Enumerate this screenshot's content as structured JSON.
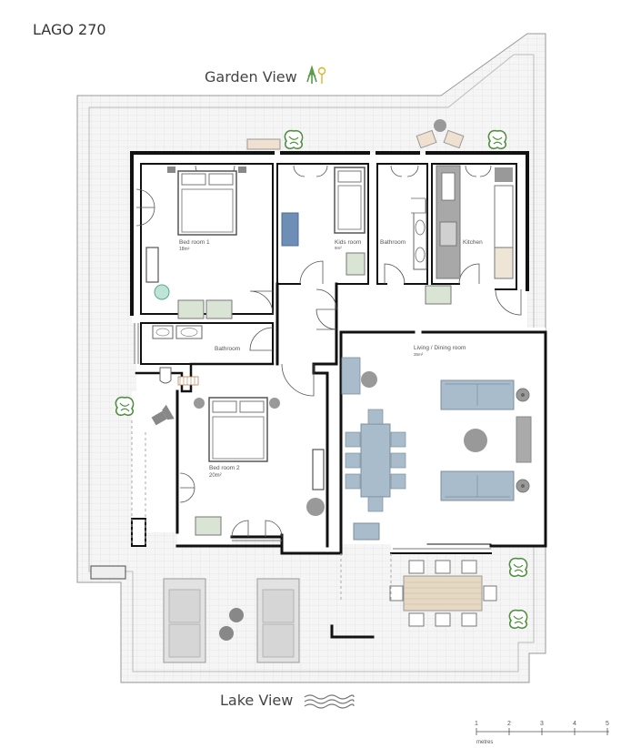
{
  "project": {
    "name": "LAGO 270"
  },
  "views": {
    "north": "Garden View",
    "south": "Lake View"
  },
  "rooms": {
    "bedroom1": {
      "label": "Bed room 1",
      "area": "18m²"
    },
    "kids": {
      "label": "Kids room",
      "area": "9m²"
    },
    "bath_north": {
      "label": "Bathroom"
    },
    "kitchen": {
      "label": "Kitchen"
    },
    "bath_mid": {
      "label": "Bathroom"
    },
    "living": {
      "label": "Living / Dining room",
      "area": "35m²"
    },
    "bedroom2": {
      "label": "Bed room 2",
      "area": "20m²"
    }
  },
  "scale": {
    "ticks": [
      "1",
      "2",
      "3",
      "4",
      "5"
    ],
    "unit": "metres"
  },
  "colors": {
    "wall": "#111111",
    "terrace": "#f3f3f3",
    "tile_line": "#dddddd",
    "furniture_blue": "#a9bccb",
    "accent_blue": "#6f8eb5",
    "bed_green": "#d9e4d4",
    "bath_green": "#bfe3d8",
    "plant_green": "#5a9a4a",
    "gray": "#8a8a8a",
    "dining_wood": "#e6d9c4"
  },
  "icons": [
    "tree-icon",
    "waves-icon",
    "plant-icon",
    "lamp-icon"
  ]
}
